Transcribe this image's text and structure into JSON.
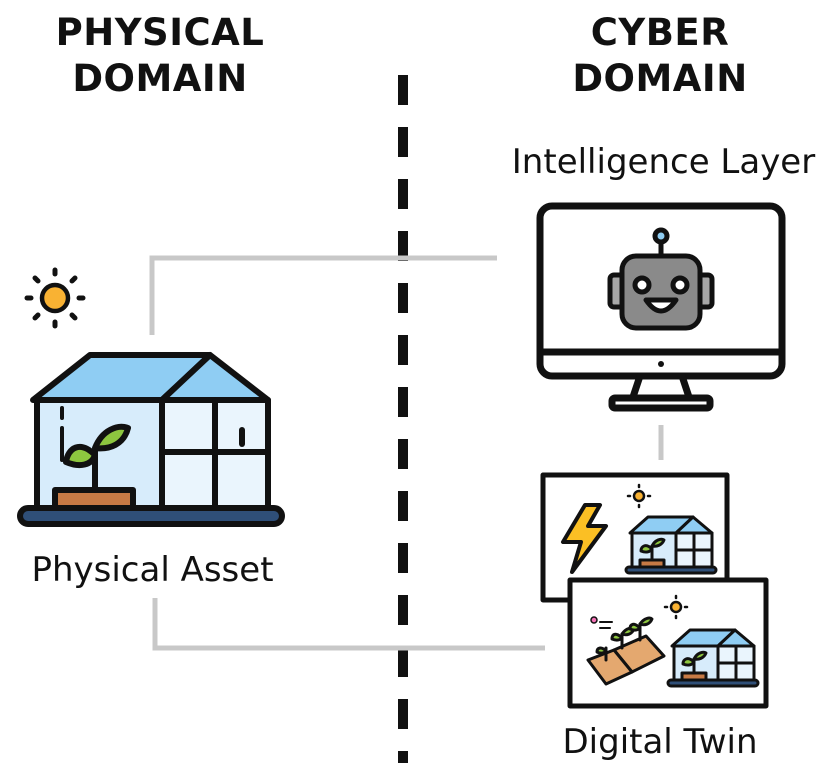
{
  "domains": {
    "physical": {
      "line1": "PHYSICAL",
      "line2": "DOMAIN"
    },
    "cyber": {
      "line1": "CYBER",
      "line2": "DOMAIN"
    }
  },
  "labels": {
    "intelligence_layer": "Intelligence Layer",
    "physical_asset": "Physical Asset",
    "digital_twin": "Digital Twin"
  },
  "colors": {
    "outline": "#111111",
    "connector": "#c8c8c8",
    "glass": "#cfe9fb",
    "roof": "#8fcdf3",
    "base": "#2f4f78",
    "soil": "#c77a45",
    "leaf": "#8dc63f",
    "sun": "#f9b233",
    "robot_body": "#8a8a8a",
    "robot_ear": "#a7a7a7",
    "bolt": "#fbbf24",
    "tile": "#e4a86f"
  }
}
